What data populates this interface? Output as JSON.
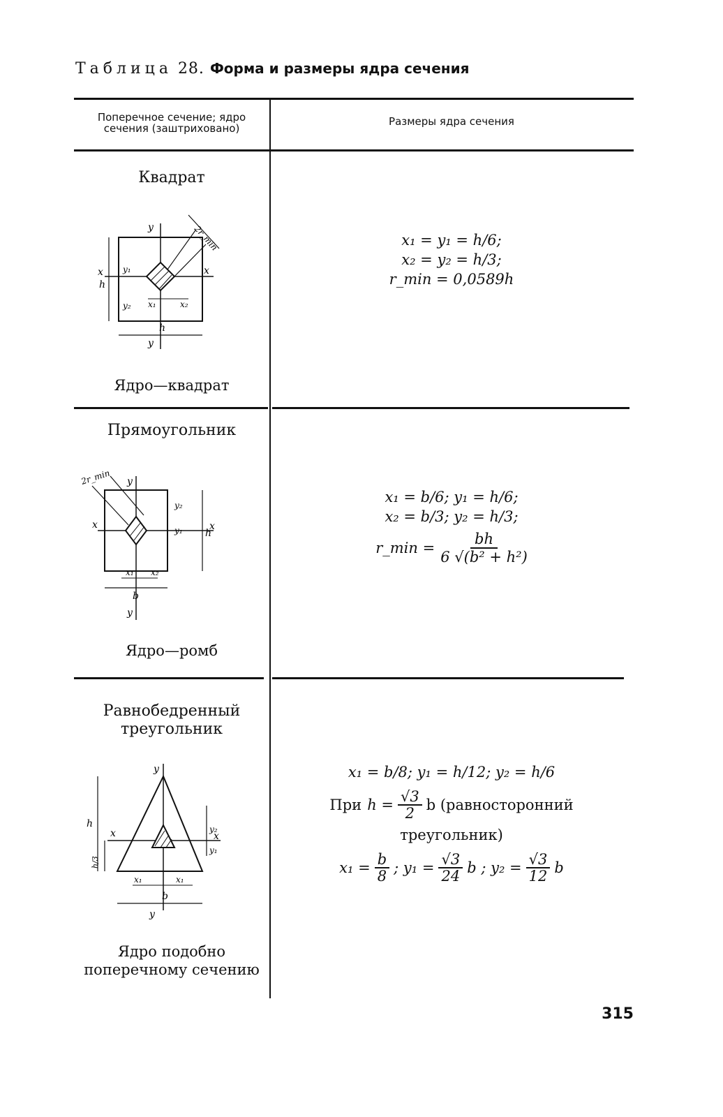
{
  "title": {
    "label": "Таблица",
    "number": "28.",
    "text": "Форма и размеры ядра сечения"
  },
  "headers": {
    "col1": "Поперечное сечение; ядро сечения (заштриховано)",
    "col2": "Размеры ядра сечения"
  },
  "rows": [
    {
      "shape": "Квадрат",
      "core": "Ядро—квадрат",
      "formulas": [
        "x₁ = y₁ = h/6;",
        "x₂ = y₂ = h/3;",
        "r_min = 0,0589h"
      ],
      "labels": {
        "y": "y",
        "x": "x",
        "h": "h",
        "x1": "x₁",
        "x2": "x₂",
        "y1": "y₁",
        "y2": "y₂",
        "rmin": "2r_min"
      }
    },
    {
      "shape": "Прямоугольник",
      "core": "Ядро—ромб",
      "formulas": [
        "x₁ = b/6; y₁ = h/6;",
        "x₂ = b/3; y₂ = h/3;"
      ],
      "rmin": {
        "lhs": "r_min =",
        "num": "bh",
        "den": "6 √(b² + h²)"
      },
      "labels": {
        "y": "y",
        "x": "x",
        "h": "h",
        "b": "b",
        "x1": "x₁",
        "x2": "x₂",
        "y1": "y₁",
        "y2": "y₂",
        "rmin": "2r_min"
      }
    },
    {
      "shape": "Равнобедренный треугольник",
      "core": "Ядро подобно поперечному сечению",
      "formulas": [
        "x₁ = b/8; y₁ = h/12; y₂ = h/6"
      ],
      "equilateral": {
        "prefix": "При",
        "h_lhs": "h =",
        "num": "√3",
        "den": "2",
        "suffix": "b (равносторонний",
        "line2": "треугольник)"
      },
      "final": {
        "x1": "x₁ =",
        "x1_num": "b",
        "x1_den": "8",
        "y1": "; y₁ =",
        "y1_num": "√3",
        "y1_den": "24",
        "y2": "b ; y₂ =",
        "y2_num": "√3",
        "y2_den": "12",
        "end": "b"
      },
      "labels": {
        "y": "y",
        "x": "x",
        "h": "h",
        "h3": "h/3",
        "b": "b",
        "x1": "x₁",
        "y1": "y₁",
        "y2": "y₂"
      }
    }
  ],
  "page_number": "315"
}
